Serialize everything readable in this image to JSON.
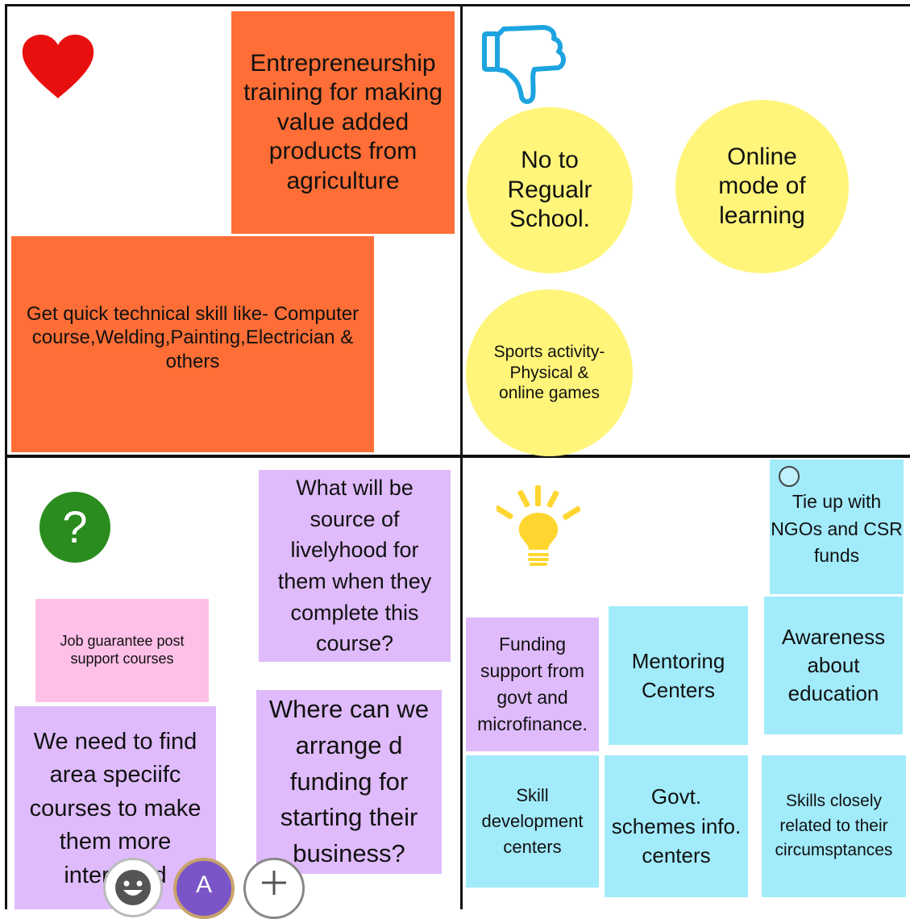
{
  "board": {
    "quadrants": {
      "likes": {
        "icon": "heart-icon",
        "notes": [
          {
            "text": "Entrepreneurship training for making value added products from agriculture"
          },
          {
            "text": "Get quick technical skill like- Computer course,Welding,Painting,Electrician & others"
          }
        ]
      },
      "dislikes": {
        "icon": "thumbs-down-icon",
        "notes": [
          {
            "text": "No to Regualr School."
          },
          {
            "text": "Online mode of learning"
          },
          {
            "text": "Sports activity- Physical & online games"
          }
        ]
      },
      "questions": {
        "icon": "question-mark-icon",
        "notes": [
          {
            "text": "What will be source of livelyhood  for them when they complete this course?"
          },
          {
            "text": "Job guarantee post support courses"
          },
          {
            "text": "We need to find area speciifc courses to make them more interested"
          },
          {
            "text": "Where can we arrange d funding for starting their business?"
          }
        ]
      },
      "ideas": {
        "icon": "lightbulb-icon",
        "notes": [
          {
            "text": "Tie up with NGOs and CSR funds"
          },
          {
            "text": "Funding support from govt and microfinance."
          },
          {
            "text": "Mentoring Centers"
          },
          {
            "text": "Awareness about education"
          },
          {
            "text": "Skill development centers"
          },
          {
            "text": "Govt. schemes info. centers"
          },
          {
            "text": "Skills closely related to their circumsptances"
          }
        ]
      }
    }
  },
  "toolbar": {
    "reaction_icon": "smiley-icon",
    "avatar_initial": "A",
    "add_icon": "plus-icon"
  },
  "colors": {
    "orange_note": "#FE6E36",
    "yellow_circle": "#FFF57A",
    "purple_note": "#DFBBFB",
    "pink_note": "#FFC0E8",
    "blue_note": "#A2EBFB",
    "heart": "#E8100E",
    "thumb": "#1DA4E0",
    "question": "#2A8C1E",
    "bulb": "#FFD630",
    "avatar": "#7A55C8"
  }
}
